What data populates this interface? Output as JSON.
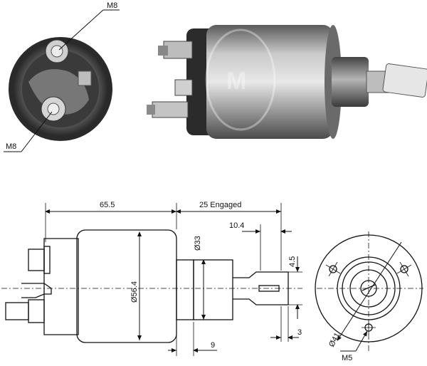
{
  "photo_labels": {
    "top_bolt": "M8",
    "bottom_bolt": "M8"
  },
  "dimensions": {
    "body_length": "65.5",
    "engaged": "25 Engaged",
    "boss_dia": "Ø33",
    "body_dia": "Ø56.4",
    "plunger_length": "10.4",
    "slot_width": "4.5",
    "end_gap": "3",
    "boss_length": "9",
    "bolt_circle": "Ø41",
    "thread": "M5"
  }
}
